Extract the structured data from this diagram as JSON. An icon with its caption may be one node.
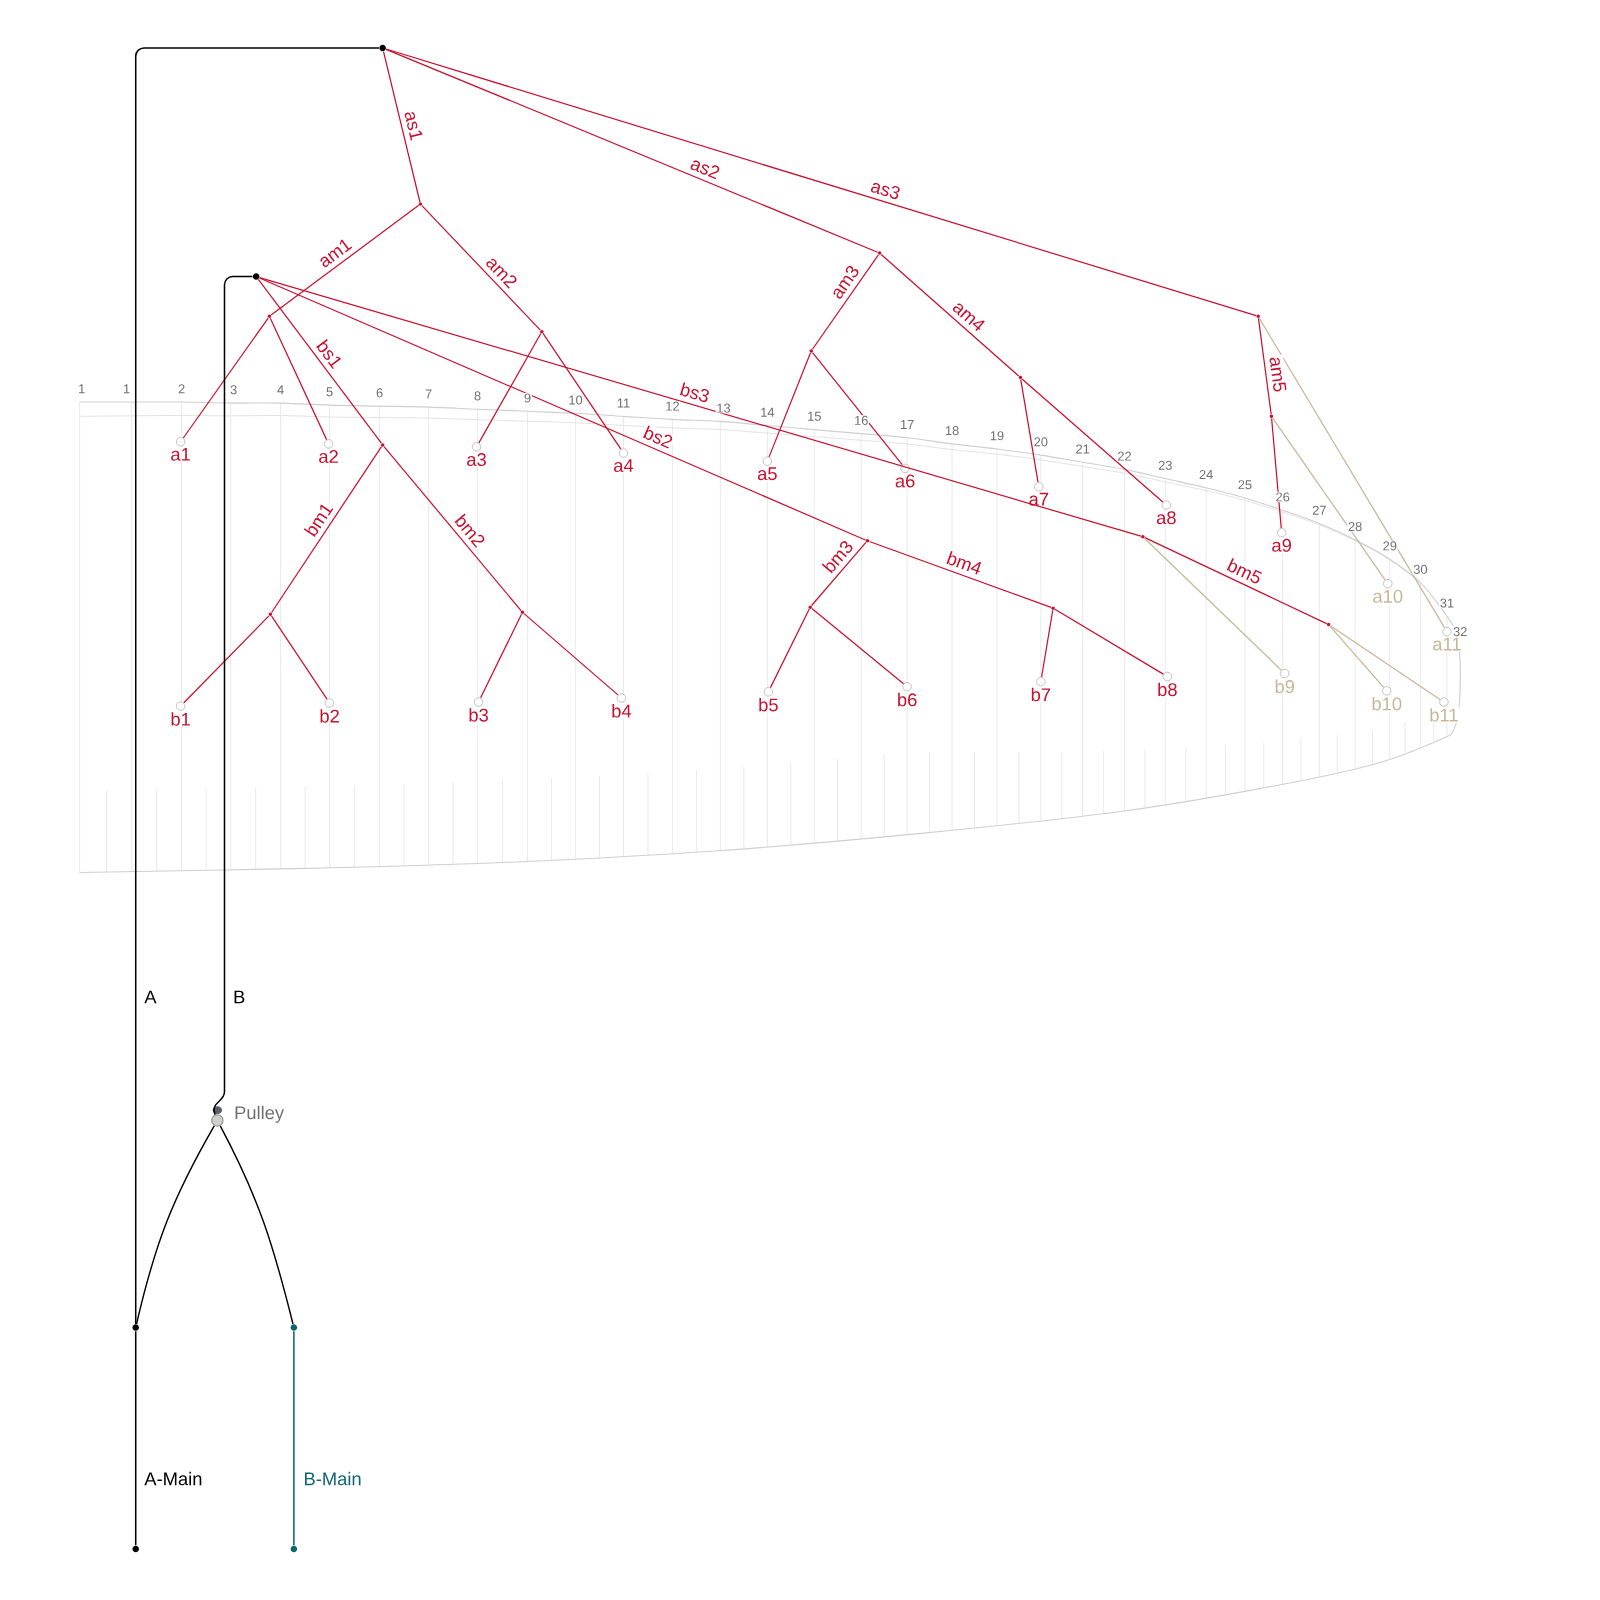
{
  "diagram": {
    "nodes": [
      {
        "text": [],
        "shape": "dot"
      },
      {
        "text": [],
        "shape": "dot"
      },
      {
        "text": [],
        "shape": "dot"
      },
      {
        "text": [],
        "shape": "dot"
      },
      {
        "text": [],
        "shape": "dot"
      },
      {
        "text": [],
        "shape": "dot"
      },
      {
        "text": [],
        "shape": "dot"
      },
      {
        "text": [],
        "shape": "dot"
      },
      {
        "text": [],
        "shape": "dot"
      },
      {
        "text": [],
        "shape": "dot"
      },
      {
        "text": [
          "a1"
        ]
      },
      {
        "text": [
          "a2"
        ]
      },
      {
        "text": [
          "a3"
        ]
      },
      {
        "text": [
          "a4"
        ]
      },
      {
        "text": [
          "a5"
        ]
      },
      {
        "text": [
          "a6"
        ]
      },
      {
        "text": [
          "a7"
        ]
      },
      {
        "text": [
          "a8"
        ]
      },
      {
        "text": [
          "a9"
        ]
      },
      {
        "text": [
          "a10"
        ]
      },
      {
        "text": [
          "a11"
        ]
      },
      {
        "text": [],
        "shape": "dot"
      },
      {
        "text": [],
        "shape": "dot"
      },
      {
        "text": [],
        "shape": "dot"
      },
      {
        "text": [],
        "shape": "dot"
      },
      {
        "text": [],
        "shape": "dot"
      },
      {
        "text": [],
        "shape": "dot"
      },
      {
        "text": [],
        "shape": "dot"
      },
      {
        "text": [],
        "shape": "dot"
      },
      {
        "text": [
          "b1"
        ]
      },
      {
        "text": [
          "b2"
        ]
      },
      {
        "text": [
          "b3"
        ]
      },
      {
        "text": [
          "b4"
        ]
      },
      {
        "text": [
          "b5"
        ]
      },
      {
        "text": [
          "b6"
        ]
      },
      {
        "text": [
          "b7"
        ]
      },
      {
        "text": [
          "b8"
        ]
      },
      {
        "text": [
          "b9"
        ]
      },
      {
        "text": [
          "b10"
        ]
      },
      {
        "text": [
          "b11"
        ]
      },
      {
        "text": [],
        "shape": "circle",
        "beside": [
          "Pulley"
        ]
      },
      {
        "text": [],
        "shape": "dot"
      },
      {
        "text": [],
        "shape": "dot"
      },
      {
        "text": [],
        "shape": "dot"
      },
      {
        "text": [],
        "shape": "dot"
      }
    ],
    "edges": [
      {
        "from": 0,
        "to": 1,
        "arrow": "none",
        "label": "as1"
      },
      {
        "from": 0,
        "to": 2,
        "arrow": "none",
        "label": "as2"
      },
      {
        "from": 0,
        "to": 3,
        "arrow": "none",
        "label": "as3"
      },
      {
        "from": 1,
        "to": 5,
        "arrow": "none",
        "label": "am1"
      },
      {
        "from": 1,
        "to": 6,
        "arrow": "none",
        "label": "am2"
      },
      {
        "from": 2,
        "to": 7,
        "arrow": "none",
        "label": "am3"
      },
      {
        "from": 2,
        "to": 8,
        "arrow": "none",
        "label": "am4"
      },
      {
        "from": 3,
        "to": 9,
        "arrow": "none",
        "label": "am5"
      },
      {
        "from": 3,
        "to": 20,
        "arrow": "none",
        "color": "#c8b596"
      },
      {
        "from": 5,
        "to": 10,
        "arrow": "none"
      },
      {
        "from": 5,
        "to": 11,
        "arrow": "none"
      },
      {
        "from": 6,
        "to": 12,
        "arrow": "none"
      },
      {
        "from": 6,
        "to": 13,
        "arrow": "none"
      },
      {
        "from": 7,
        "to": 14,
        "arrow": "none"
      },
      {
        "from": 7,
        "to": 15,
        "arrow": "none"
      },
      {
        "from": 8,
        "to": 16,
        "arrow": "none"
      },
      {
        "from": 8,
        "to": 17,
        "arrow": "none"
      },
      {
        "from": 9,
        "to": 18,
        "arrow": "none"
      },
      {
        "from": 9,
        "to": 19,
        "arrow": "none",
        "color": "#c8b596"
      },
      {
        "from": 4,
        "to": 21,
        "arrow": "none",
        "label": "bs1"
      },
      {
        "from": 4,
        "to": 22,
        "arrow": "none",
        "label": "bs2"
      },
      {
        "from": 4,
        "to": 23,
        "arrow": "none",
        "label": "bs3"
      },
      {
        "from": 21,
        "to": 24,
        "arrow": "none",
        "label": "bm1"
      },
      {
        "from": 21,
        "to": 25,
        "arrow": "none",
        "label": "bm2"
      },
      {
        "from": 22,
        "to": 26,
        "arrow": "none",
        "label": "bm3"
      },
      {
        "from": 22,
        "to": 27,
        "arrow": "none",
        "label": "bm4"
      },
      {
        "from": 23,
        "to": 28,
        "arrow": "none",
        "label": "bm5"
      },
      {
        "from": 23,
        "to": 37,
        "arrow": "none",
        "color": "#c8b596"
      },
      {
        "from": 24,
        "to": 29,
        "arrow": "none"
      },
      {
        "from": 24,
        "to": 30,
        "arrow": "none"
      },
      {
        "from": 25,
        "to": 31,
        "arrow": "none"
      },
      {
        "from": 25,
        "to": 32,
        "arrow": "none"
      },
      {
        "from": 26,
        "to": 33,
        "arrow": "none"
      },
      {
        "from": 26,
        "to": 34,
        "arrow": "none"
      },
      {
        "from": 27,
        "to": 35,
        "arrow": "none"
      },
      {
        "from": 27,
        "to": 36,
        "arrow": "none"
      },
      {
        "from": 28,
        "to": 38,
        "arrow": "none",
        "color": "#c8b596"
      },
      {
        "from": 28,
        "to": 39,
        "arrow": "none",
        "color": "#c8b596"
      },
      {
        "from": 0,
        "to": 41,
        "arrow": "none",
        "label": "A",
        "color": "#000000"
      },
      {
        "from": 4,
        "to": 40,
        "arrow": "none",
        "label": "B",
        "color": "#000000"
      },
      {
        "from": 40,
        "to": 41,
        "arrow": "none",
        "color": "#000000"
      },
      {
        "from": 40,
        "to": 42,
        "arrow": "none",
        "color": "#000000"
      },
      {
        "from": 41,
        "to": 43,
        "arrow": "none",
        "label": "A-Main",
        "color": "#000000"
      },
      {
        "from": 42,
        "to": 44,
        "arrow": "none",
        "label": "B-Main",
        "color": "#0e6470"
      }
    ],
    "labels": [
      "1",
      "1",
      "2",
      "3",
      "4",
      "5",
      "6",
      "7",
      "8",
      "9",
      "10",
      "11",
      "12",
      "13",
      "14",
      "15",
      "16",
      "17",
      "18",
      "19",
      "20",
      "21",
      "22",
      "23",
      "24",
      "25",
      "26",
      "27",
      "28",
      "29",
      "30",
      "31",
      "32"
    ]
  }
}
